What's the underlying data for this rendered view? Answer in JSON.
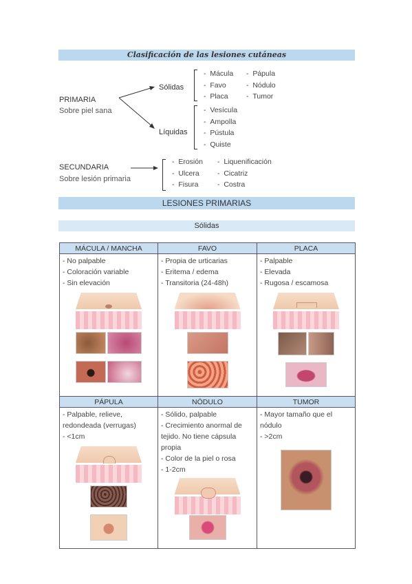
{
  "title": "Clasificación de las lesiones cutáneas",
  "primaria": {
    "label": "PRIMARIA",
    "desc": "Sobre piel sana",
    "solidas": {
      "label": "Sólidas",
      "col1": [
        "Mácula",
        "Favo",
        "Placa"
      ],
      "col2": [
        "Pápula",
        "Nódulo",
        "Tumor"
      ]
    },
    "liquidas": {
      "label": "Líquidas",
      "items": [
        "Vesícula",
        "Ampolla",
        "Pústula",
        "Quiste"
      ]
    }
  },
  "secundaria": {
    "label": "SECUNDARIA",
    "desc": "Sobre lesión primaria",
    "col1": [
      "Erosión",
      "Ulcera",
      "Fisura"
    ],
    "col2": [
      "Liquenificación",
      "Cicatriz",
      "Costra"
    ]
  },
  "section_title": "LESIONES PRIMARIAS",
  "subsection_title": "Sólidas",
  "table": {
    "row1": [
      {
        "header": "MÁCULA / MANCHA",
        "lines": [
          "- No palpable",
          "- Coloración variable",
          "- Sin elevación"
        ]
      },
      {
        "header": "FAVO",
        "lines": [
          "- Propia de urticarias",
          "- Eritema / edema",
          "- Transitoria (24-48h)"
        ]
      },
      {
        "header": "PLACA",
        "lines": [
          "- Palpable",
          "- Elevada",
          "- Rugosa / escamosa"
        ]
      }
    ],
    "row2": [
      {
        "header": "PÁPULA",
        "lines": [
          "- Palpable, relieve, redondeada (verrugas)",
          "- <1cm"
        ]
      },
      {
        "header": "NÓDULO",
        "lines": [
          "- Sólido, palpable",
          "- Crecimiento anormal de tejido. No tiene cápsula propia",
          "- Color de la piel o rosa",
          "- 1-2cm"
        ]
      },
      {
        "header": "TUMOR",
        "lines": [
          "- Mayor tamaño que el nódulo",
          "- >2cm"
        ]
      }
    ]
  },
  "colors": {
    "band": "#bcd8ef",
    "sub_band": "#d9e9f6",
    "header": "#c9dff1"
  }
}
